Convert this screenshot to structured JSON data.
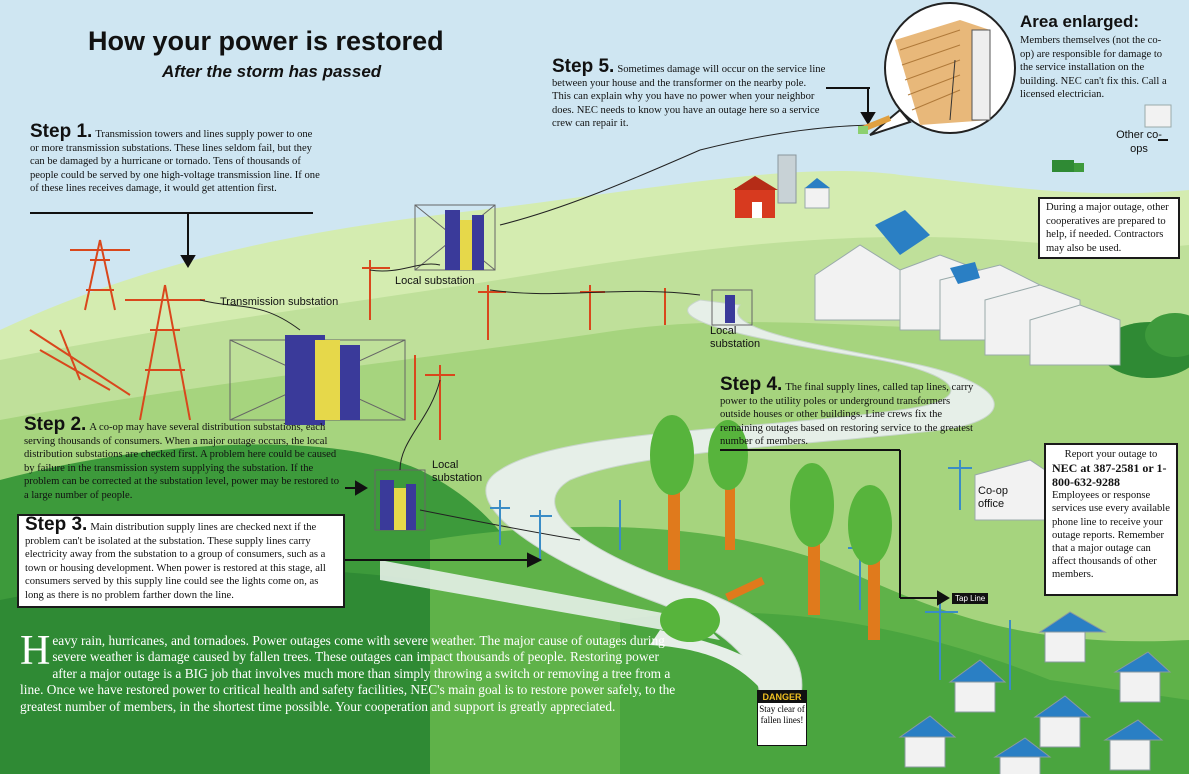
{
  "header": {
    "title": "How your power is restored",
    "subtitle": "After the storm has passed"
  },
  "steps": [
    {
      "heading": "Step 1.",
      "text": "Transmission towers and lines supply power to one or more transmission substations. These lines seldom fail, but they can be damaged by a hurricane or tornado. Tens of thousands of people could be served by one high-voltage transmission line. If one of these lines receives damage, it would get attention first."
    },
    {
      "heading": "Step 2.",
      "text": "A co-op may have several distribution substations, each serving thousands of consumers. When a major outage occurs, the local distribution substations are checked first. A problem here could be caused by failure in the transmission system supplying the substation. If the problem can be corrected at the substation level, power may be restored to a large number of people."
    },
    {
      "heading": "Step 3.",
      "text": "Main distribution supply lines are checked next if the problem can't be isolated at the substation. These supply lines carry electricity away from the substation to a group of consumers, such as a town or housing development. When power is restored at this stage, all consumers served by this supply line could see the lights come on, as long as there is no problem farther down the line."
    },
    {
      "heading": "Step 4.",
      "text": "The final supply lines, called tap lines, carry power to the utility poles or underground transformers outside houses or other buildings. Line crews fix the remaining outages based on restoring service to the greatest number of members."
    },
    {
      "heading": "Step 5.",
      "text": "Sometimes damage will occur on the service line between your house and the transformer on the nearby pole. This can explain why you have no power when your neighbor does.  NEC needs to know you have an outage here so a service crew can repair it."
    }
  ],
  "area_enlarged": {
    "heading": "Area enlarged:",
    "text": "Members themselves (not the co-op) are responsible for damage to the service installation on the building.  NEC can't fix this. Call a licensed electrician."
  },
  "other_coops": {
    "label": "Other co-ops",
    "text": "During a major outage, other cooperatives are prepared to help, if needed. Contractors may also be used."
  },
  "report": {
    "intro": "Report your outage to",
    "number": "NEC at 387-2581 or 1-800-632-9288",
    "text": "Employees or response services use every available phone line to receive your outage reports. Remember that a major outage can affect thousands of other members."
  },
  "labels": {
    "transmission_substation": "Transmission substation",
    "local_substation_1": "Local substation",
    "local_substation_2": "Local substation",
    "local_substation_3": "Local substation",
    "coop_office": "Co-op office",
    "tap_line": "Tap Line"
  },
  "danger": {
    "title": "DANGER",
    "text": "Stay clear of fallen lines!"
  },
  "intro": {
    "drop_cap": "H",
    "text": "eavy rain, hurricanes, and tornadoes. Power outages come with severe weather. The major cause of outages during severe weather is damage caused by fallen trees. These outages can impact thousands of people. Restoring power after a major outage is a BIG job that involves much more than simply throwing a switch or removing a tree from a line. Once we have restored power to critical health and safety facilities, NEC's main goal is to restore power safely, to the greatest number of members, in the shortest time possible. Your cooperation and support is greatly appreciated."
  },
  "colors": {
    "sky": "#cfe6f2",
    "grass_light": "#b4d88a",
    "grass_mid": "#8cc65a",
    "grass_dark": "#2f8a34",
    "road": "#e6efe8",
    "tower": "#d9471c",
    "roof": "#2a7fc4"
  }
}
